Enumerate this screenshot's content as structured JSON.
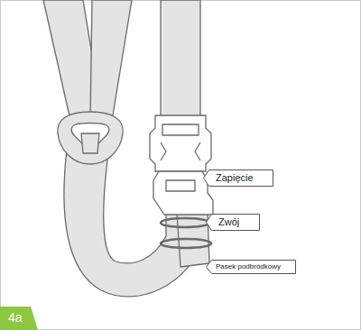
{
  "diagram": {
    "nodes": [
      {
        "text": [
          "Zapięcie"
        ]
      },
      {
        "text": [
          "Zwój"
        ]
      },
      {
        "text": [
          "Pasek podbródkowy"
        ]
      },
      {
        "text": [
          "4a"
        ]
      }
    ]
  }
}
